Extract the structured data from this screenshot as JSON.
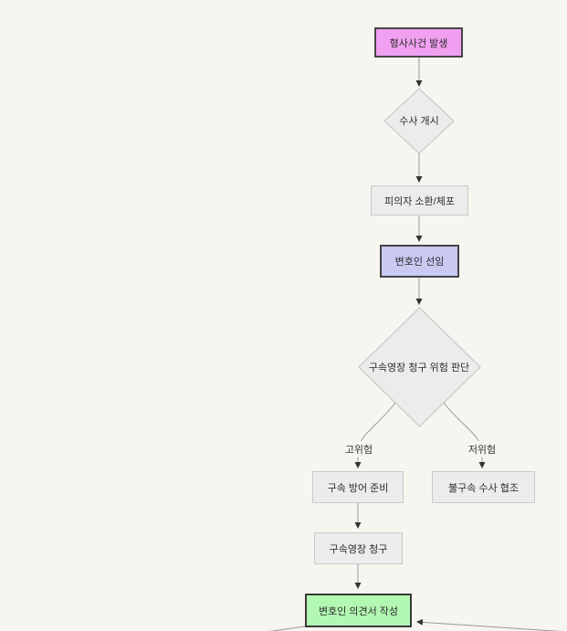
{
  "diagram": {
    "type": "flowchart",
    "direction": "top-down",
    "nodes": [
      {
        "id": "case-start",
        "label": "형사사건 발생",
        "shape": "rect",
        "fill": "#f1a0f1"
      },
      {
        "id": "investigation-start",
        "label": "수사 개시",
        "shape": "diamond",
        "fill": "#ececec"
      },
      {
        "id": "suspect-summons-arrest",
        "label": "피의자 소환/체포",
        "shape": "rect",
        "fill": "#ececec"
      },
      {
        "id": "counsel-appointment",
        "label": "변호인 선임",
        "shape": "rect",
        "fill": "#c9c9f2"
      },
      {
        "id": "warrant-risk-decision",
        "label": "구속영장 청구 위험 판단",
        "shape": "diamond",
        "fill": "#ececec"
      },
      {
        "id": "detention-defense-prep",
        "label": "구속 방어 준비",
        "shape": "rect",
        "fill": "#ececec"
      },
      {
        "id": "non-detention-cooperation",
        "label": "불구속 수사 협조",
        "shape": "rect",
        "fill": "#ececec"
      },
      {
        "id": "warrant-request",
        "label": "구속영장 청구",
        "shape": "rect",
        "fill": "#ececec"
      },
      {
        "id": "counsel-opinion-draft",
        "label": "변호인 의견서 작성",
        "shape": "rect",
        "fill": "#b2f7b2"
      }
    ],
    "edge_labels": [
      {
        "id": "high-risk",
        "label": "고위험"
      },
      {
        "id": "low-risk",
        "label": "저위험"
      }
    ],
    "colors": {
      "background": "#f7f5f0",
      "node_pink": "#f1a0f1",
      "node_purple": "#c9c9f2",
      "node_green": "#b2f7b2",
      "node_gray": "#ececec",
      "gray_border": "#c9c9c9",
      "dark_border": "#454545",
      "edge_line": "#999999",
      "arrowhead": "#333333",
      "text": "#2b2b2b"
    }
  }
}
